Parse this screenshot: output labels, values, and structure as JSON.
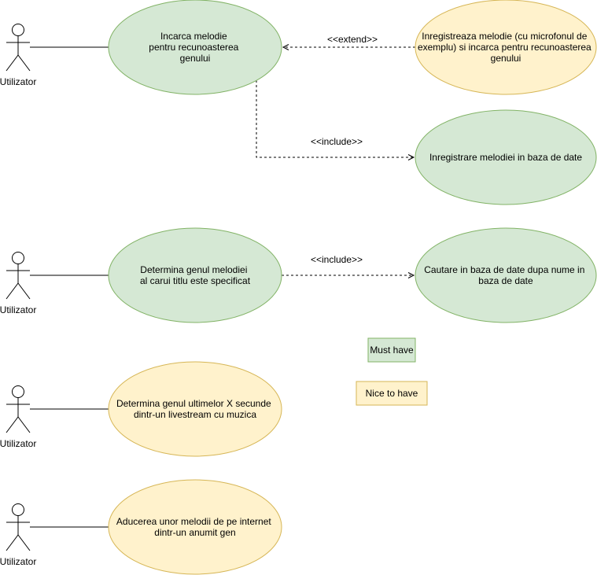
{
  "colors": {
    "must_fill": "#d5e8d4",
    "must_stroke": "#82b366",
    "nice_fill": "#fff2cc",
    "nice_stroke": "#d6b656",
    "line": "#000000"
  },
  "actors": [
    {
      "label": "Utilizator"
    },
    {
      "label": "Utilizator"
    },
    {
      "label": "Utilizator"
    },
    {
      "label": "Utilizator"
    }
  ],
  "use_cases": [
    {
      "lines": [
        "Incarca melodie",
        "pentru recunoasterea",
        "genului"
      ],
      "priority": "must"
    },
    {
      "lines": [
        "Inregistreaza melodie (cu microfonul de",
        "exemplu) si incarca pentru recunoasterea",
        "genului"
      ],
      "priority": "nice"
    },
    {
      "lines": [
        "Inregistrare melodiei in baza de date"
      ],
      "priority": "must"
    },
    {
      "lines": [
        "Determina genul melodiei",
        "al carui titlu este specificat"
      ],
      "priority": "must"
    },
    {
      "lines": [
        "Cautare in baza de date dupa nume in",
        "baza de date"
      ],
      "priority": "must"
    },
    {
      "lines": [
        "Determina genul ultimelor X secunde",
        "dintr-un livestream cu muzica"
      ],
      "priority": "nice"
    },
    {
      "lines": [
        "Aducerea unor melodii de pe internet",
        "dintr-un anumit gen"
      ],
      "priority": "nice"
    }
  ],
  "relations": [
    {
      "label": "<<extend>>"
    },
    {
      "label": "<<include>>"
    },
    {
      "label": "<<include>>"
    }
  ],
  "legend": {
    "must_label": "Must have",
    "nice_label": "Nice to have"
  }
}
